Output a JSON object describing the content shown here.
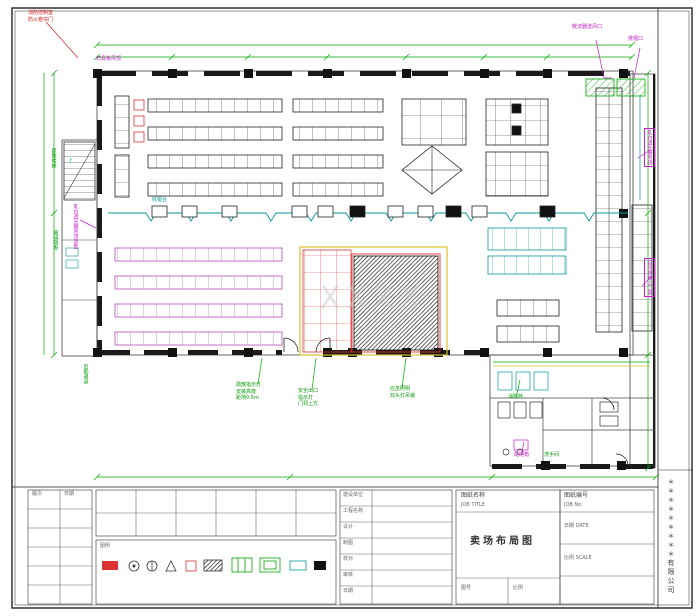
{
  "sheet": {
    "company": "＊＊＊＊＊＊＊＊＊有限公司",
    "watermark": "XXXX"
  },
  "title_block": {
    "drawing_name_label": "图纸名称",
    "drawing_name_en": "JOB TITLE",
    "drawing_title": "卖场布局图",
    "drawing_no_label": "图纸编号",
    "drawing_no_en": "JOB No.",
    "date_label": "日期 DATE",
    "scale_label": "比例 SCALE",
    "fig_no_label": "图号",
    "scale_short": "比例",
    "legend_label": "图例",
    "rev_header_left": "版次",
    "rev_header_right": "日期",
    "rows": [
      "建设单位",
      "工程名称",
      "设计",
      "制图",
      "校对",
      "审核",
      "日期"
    ]
  },
  "annotations": [
    {
      "text": "消防控制室\n防火卷帘门"
    },
    {
      "text": "石膏板吊顶"
    },
    {
      "text": "乳白透光膜吊顶造型"
    },
    {
      "text": "疏散楼梯"
    },
    {
      "text": "散流器送风口"
    },
    {
      "text": "排烟口"
    },
    {
      "text": "乳白透光膜吊顶"
    },
    {
      "text": "自动扶梯上二层"
    },
    {
      "text": "疏散指示灯\n安装高度\n距地0.5m"
    },
    {
      "text": "安全出口\n指示灯\n门洞上方"
    },
    {
      "text": "应急照明\n双头灯吊装"
    },
    {
      "text": "消防栓"
    },
    {
      "text": "配电箱"
    },
    {
      "text": "洗手间"
    },
    {
      "text": "后勤通道"
    },
    {
      "text": "上"
    },
    {
      "text": "收银台"
    },
    {
      "text": "玻璃隔断"
    }
  ]
}
